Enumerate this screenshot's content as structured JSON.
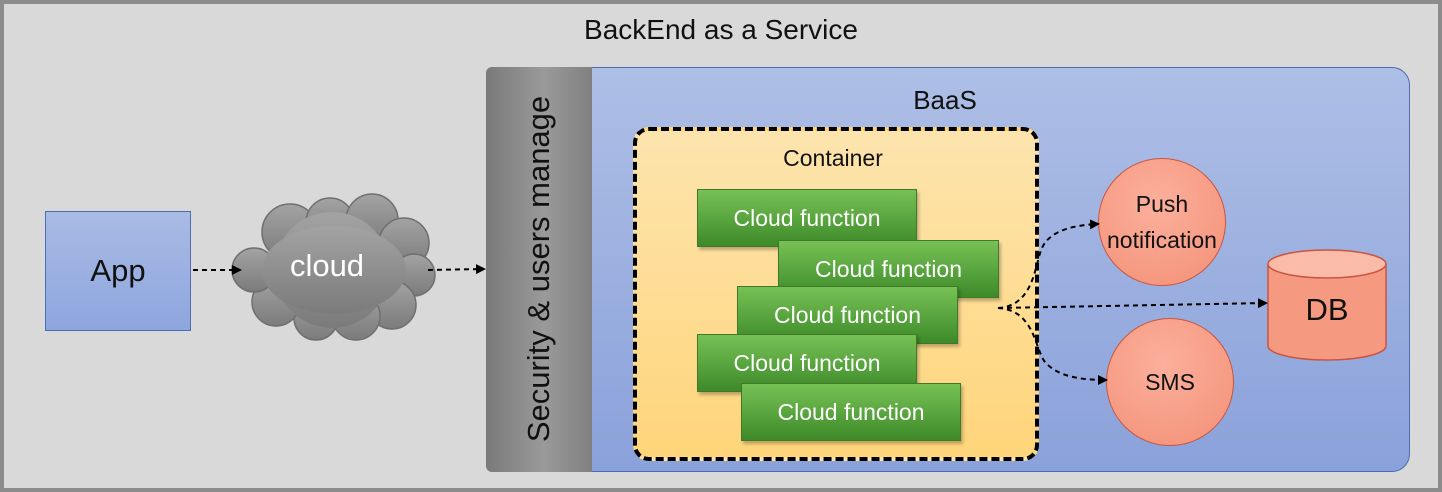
{
  "title": "BackEnd as a Service",
  "app_label": "App",
  "cloud_label": "cloud",
  "security_label": "Security & users manage",
  "baas_label": "BaaS",
  "container_label": "Container",
  "cloud_functions": [
    "Cloud function",
    "Cloud function",
    "Cloud function",
    "Cloud function",
    "Cloud function"
  ],
  "push_label": "Push notification",
  "sms_label": "SMS",
  "db_label": "DB",
  "colors": {
    "background": "#d9d9d9",
    "app_fill": "#8ea6de",
    "baas_fill": "#9fb3e2",
    "security_fill": "#8a8a8a",
    "container_fill": "#ffd98a",
    "function_fill": "#5aa63b",
    "service_fill": "#f6a08a",
    "cloud_fill": "#8c8c8c"
  }
}
